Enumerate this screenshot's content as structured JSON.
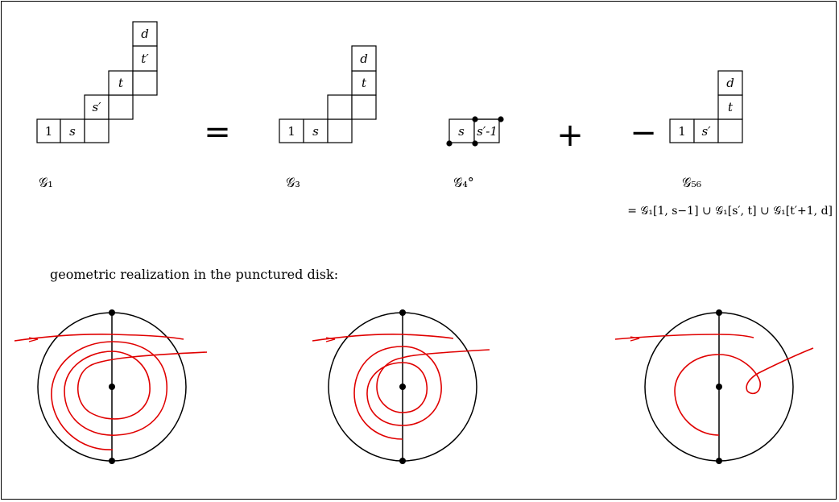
{
  "grids": [
    {
      "name": "g1",
      "labels": [
        "1",
        "s",
        "",
        "s′",
        "",
        "t",
        "",
        "t′",
        "d"
      ],
      "caption": "𝒢₁"
    },
    {
      "name": "g3",
      "labels": [
        "1",
        "s",
        "",
        "",
        "",
        "t",
        "d"
      ],
      "caption": "𝒢₃"
    },
    {
      "name": "g4",
      "labels": [
        "s",
        "s′-1"
      ],
      "caption": "𝒢₄°"
    },
    {
      "name": "g56",
      "labels": [
        "1",
        "s′",
        "",
        "t",
        "d"
      ],
      "caption": "𝒢₅₆"
    }
  ],
  "operators": {
    "equals": "=",
    "plus": "+",
    "minus": "−"
  },
  "formula": "= 𝒢₁[1, s−1] ∪ 𝒢₁[s′, t] ∪ 𝒢₁[t′+1, d]",
  "caption": "geometric realization in the punctured disk:",
  "colors": {
    "curve": "#e00000",
    "line": "#000000"
  }
}
